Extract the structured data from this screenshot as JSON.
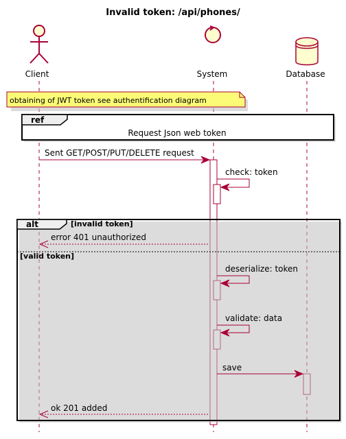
{
  "diagram": {
    "title": "Invalid token: /api/phones/",
    "participants": [
      {
        "id": "client",
        "label": "Client",
        "kind": "actor"
      },
      {
        "id": "system",
        "label": "System",
        "kind": "control"
      },
      {
        "id": "database",
        "label": "Database",
        "kind": "database"
      }
    ],
    "note": "obtaining of JWT token see authentification diagram",
    "ref": {
      "tag": "ref",
      "text": "Request Json web token"
    },
    "messages": {
      "request": "Sent GET/POST/PUT/DELETE request",
      "check_token": "check: token",
      "error": "error 401 unauthorized",
      "deserialize": "deserialize: token",
      "validate": "validate: data",
      "save": "save",
      "ok": "ok 201 added"
    },
    "alt": {
      "tag": "alt",
      "guard_first": "[invalid token]",
      "guard_second": "[valid token]"
    },
    "colors": {
      "border": "#a80036",
      "participant_fill": "#fefece",
      "note_fill": "#fbfb77",
      "frame_tab_fill": "#eeeeee"
    }
  }
}
